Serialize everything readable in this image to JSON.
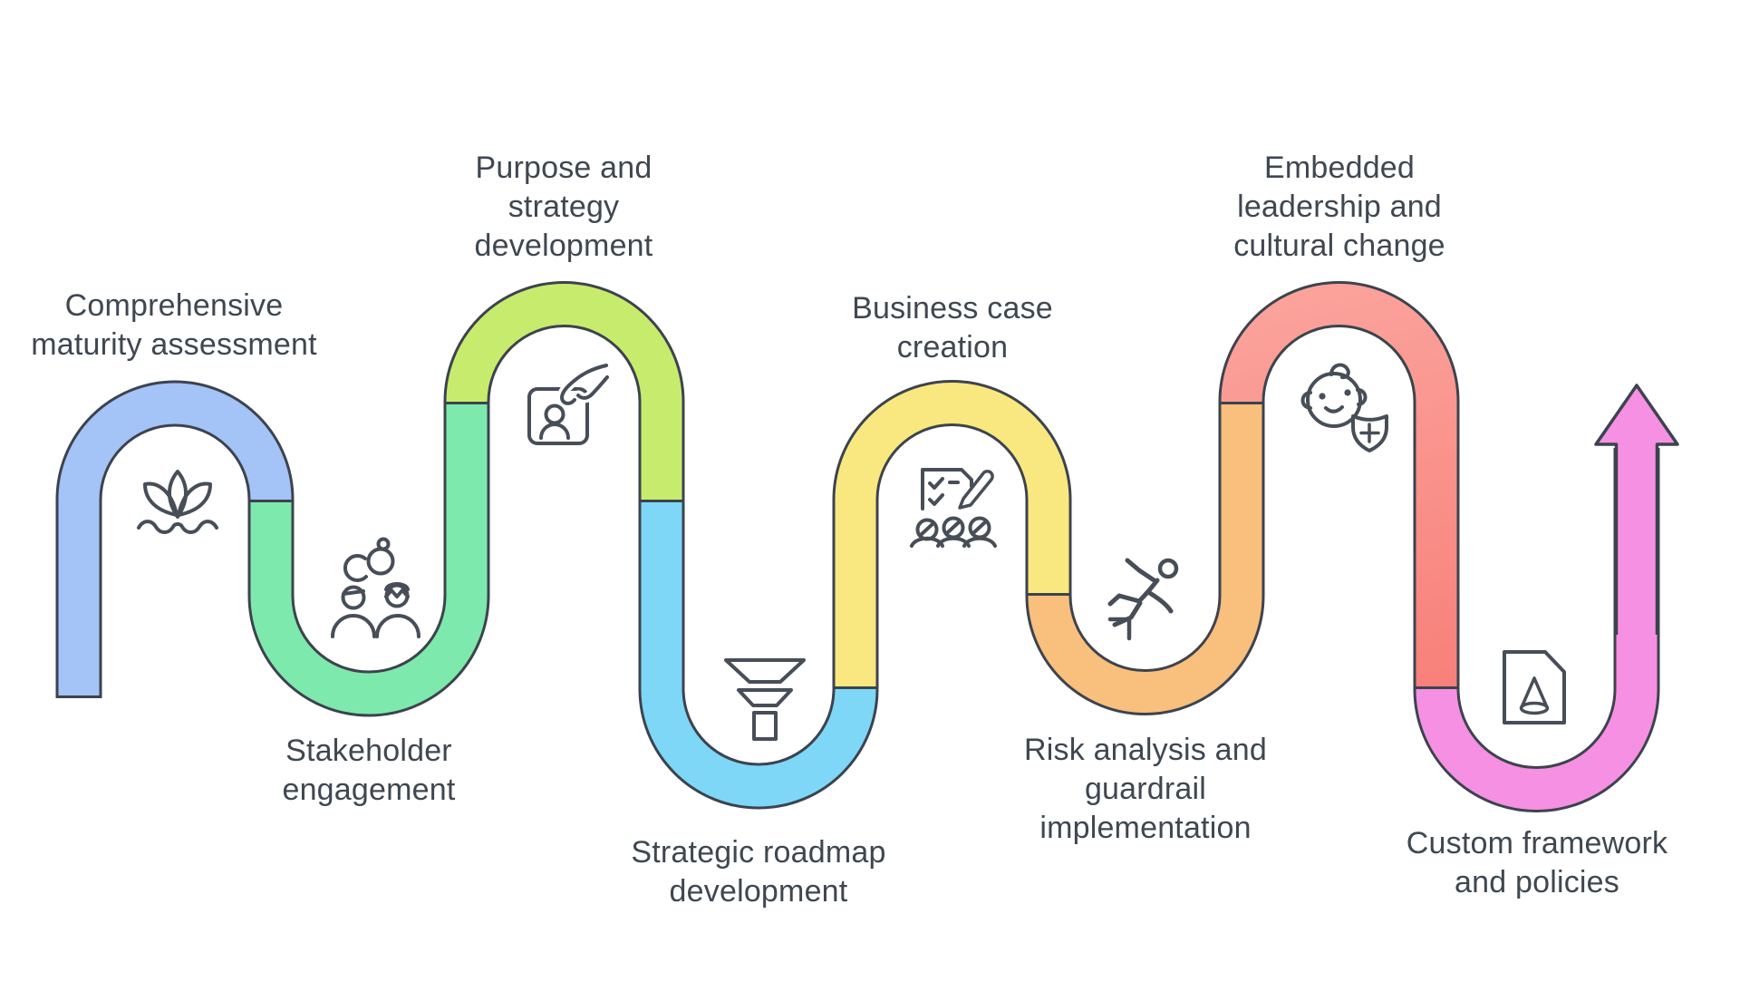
{
  "figure": {
    "title": "AI adoption journey serpentine diagram",
    "background": "#ffffff",
    "outline_color": "#3c434e",
    "icon_stroke_color": "#474e57",
    "text_color": "#3f4750",
    "arrow_color": "#f690e2",
    "stages": [
      {
        "id": 1,
        "label": "Comprehensive\nmaturity assessment",
        "icon": "seedling-icon",
        "color": "#a4c3f6",
        "label_pos": "top"
      },
      {
        "id": 2,
        "label": "Stakeholder\nengagement",
        "icon": "people-link-icon",
        "color": "#7de9ac",
        "label_pos": "bottom"
      },
      {
        "id": 3,
        "label": "Purpose and\nstrategy\ndevelopment",
        "icon": "id-badge-hand-icon",
        "color": "#c7ec6d",
        "label_pos": "top"
      },
      {
        "id": 4,
        "label": "Strategic roadmap\ndevelopment",
        "icon": "funnel-icon",
        "color": "#7ed7f6",
        "label_pos": "bottom"
      },
      {
        "id": 5,
        "label": "Business case\ncreation",
        "icon": "checklist-people-icon",
        "color": "#f9e87f",
        "label_pos": "top"
      },
      {
        "id": 6,
        "label": "Risk analysis and\nguardrail\nimplementation",
        "icon": "falling-person-icon",
        "color": "#f8bf7d",
        "label_pos": "bottom"
      },
      {
        "id": 7,
        "label": "Embedded\nleadership and\ncultural change",
        "icon": "baby-shield-icon",
        "color": "#f9958c",
        "color_top": "#fba29b",
        "color_bottom": "#f8807a",
        "label_pos": "top"
      },
      {
        "id": 8,
        "label": "Custom framework\nand policies",
        "icon": "cone-document-icon",
        "color": "#f690e2",
        "label_pos": "bottom"
      }
    ]
  }
}
